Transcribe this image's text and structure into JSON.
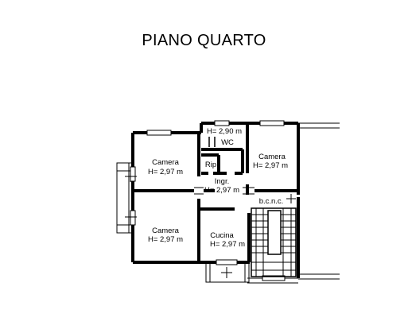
{
  "title": "PIANO QUARTO",
  "rooms": [
    {
      "name": "Camera",
      "height": "H= 2,97 m"
    },
    {
      "name": "Camera",
      "height": "H= 2,97 m"
    },
    {
      "name": "Camera",
      "height": "H= 2,97 m"
    },
    {
      "name": "WC",
      "height": "H= 2,90 m"
    },
    {
      "name": "Rip",
      "height": ""
    },
    {
      "name": "Ingr.",
      "height": "H= 2,97 m"
    },
    {
      "name": "Cucina",
      "height": "H= 2,97 m"
    },
    {
      "name": "b.c.n.c.",
      "height": ""
    }
  ]
}
